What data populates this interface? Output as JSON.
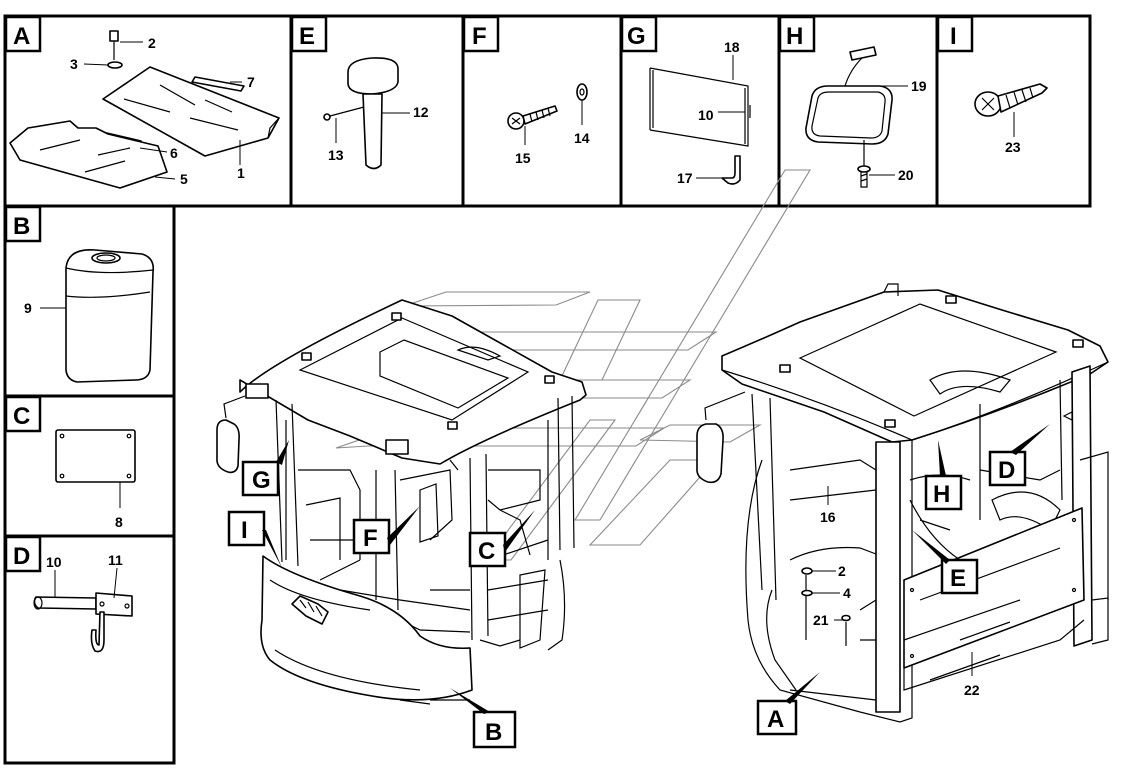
{
  "panels": {
    "A": {
      "letter": "A",
      "callouts": [
        "2",
        "3",
        "7",
        "6",
        "5",
        "1"
      ]
    },
    "E": {
      "letter": "E",
      "callouts": [
        "12",
        "13"
      ]
    },
    "F": {
      "letter": "F",
      "callouts": [
        "15",
        "14"
      ]
    },
    "G": {
      "letter": "G",
      "callouts": [
        "18",
        "10",
        "17"
      ]
    },
    "H": {
      "letter": "H",
      "callouts": [
        "19",
        "20"
      ]
    },
    "I": {
      "letter": "I",
      "callouts": [
        "23"
      ]
    },
    "B": {
      "letter": "B",
      "callouts": [
        "9"
      ]
    },
    "C": {
      "letter": "C",
      "callouts": [
        "8"
      ]
    },
    "D": {
      "letter": "D",
      "callouts": [
        "10",
        "11"
      ]
    }
  },
  "cab_left": {
    "markers": [
      "G",
      "I",
      "F",
      "C",
      "B"
    ]
  },
  "cab_right": {
    "markers": [
      "H",
      "D",
      "E",
      "A"
    ],
    "callouts": [
      "16",
      "2",
      "4",
      "21",
      "22"
    ]
  }
}
